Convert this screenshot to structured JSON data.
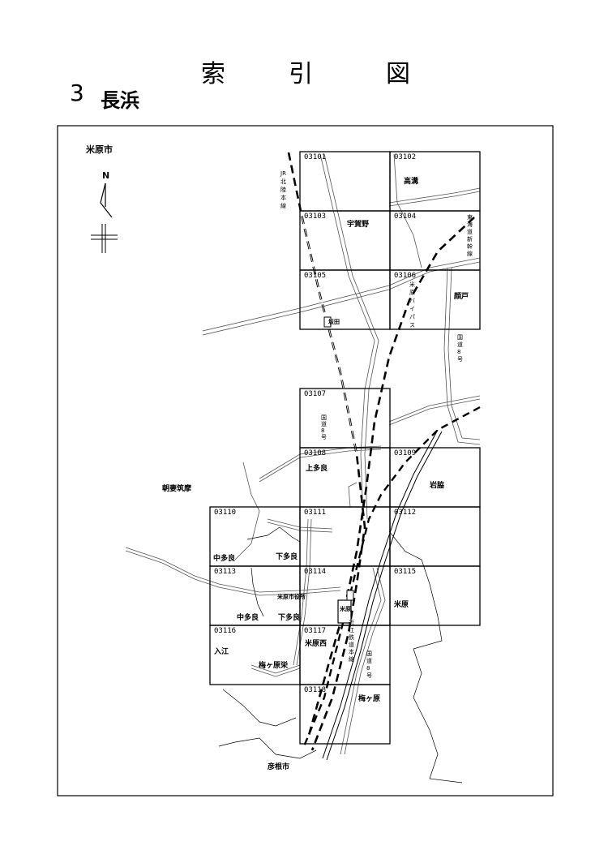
{
  "header": {
    "title_chars": [
      "索",
      "引",
      "図"
    ],
    "section_number": "3",
    "section_name": "長浜"
  },
  "map": {
    "city_label": "米原市",
    "north_label": "N",
    "grid_cells": [
      {
        "code": "03101"
      },
      {
        "code": "03102"
      },
      {
        "code": "03103"
      },
      {
        "code": "03104"
      },
      {
        "code": "03105"
      },
      {
        "code": "03106"
      },
      {
        "code": "03107"
      },
      {
        "code": "03108"
      },
      {
        "code": "03109"
      },
      {
        "code": "03110"
      },
      {
        "code": "03111"
      },
      {
        "code": "03112"
      },
      {
        "code": "03113"
      },
      {
        "code": "03114"
      },
      {
        "code": "03115"
      },
      {
        "code": "03116"
      },
      {
        "code": "03117"
      },
      {
        "code": "03118"
      }
    ],
    "places": {
      "takamizo": "高溝",
      "ugano": "宇賀野",
      "sakata": "坂田",
      "nukado": "顔戸",
      "kamitara": "上多良",
      "iwawaki": "岩脇",
      "asazuma": "朝妻筑摩",
      "nakatara1": "中多良",
      "shimotara1": "下多良",
      "city_hall": "米原市役所",
      "nakatara2": "中多良",
      "shimotara2": "下多良",
      "maibara": "米原",
      "irie": "入江",
      "maibara_nishi": "米原西",
      "umegahara_sakae": "梅ヶ原栄",
      "umegahara": "梅ヶ原",
      "hikone": "彦根市",
      "station": "米原"
    },
    "vertical_labels": {
      "jr_hokuriku": [
        "JR",
        "北",
        "陸",
        "本",
        "線"
      ],
      "shinkansen": [
        "東",
        "海",
        "道",
        "新",
        "幹",
        "線"
      ],
      "bypass": [
        "米",
        "原",
        "バ",
        "イ",
        "パ",
        "ス"
      ],
      "route8_a": [
        "国",
        "道",
        "8",
        "号"
      ],
      "route8_b": [
        "国",
        "道",
        "8",
        "号"
      ],
      "route8_c": [
        "国",
        "道",
        "8",
        "号"
      ],
      "ohmi": [
        "近",
        "江",
        "鉄",
        "道",
        "本",
        "線"
      ]
    }
  }
}
